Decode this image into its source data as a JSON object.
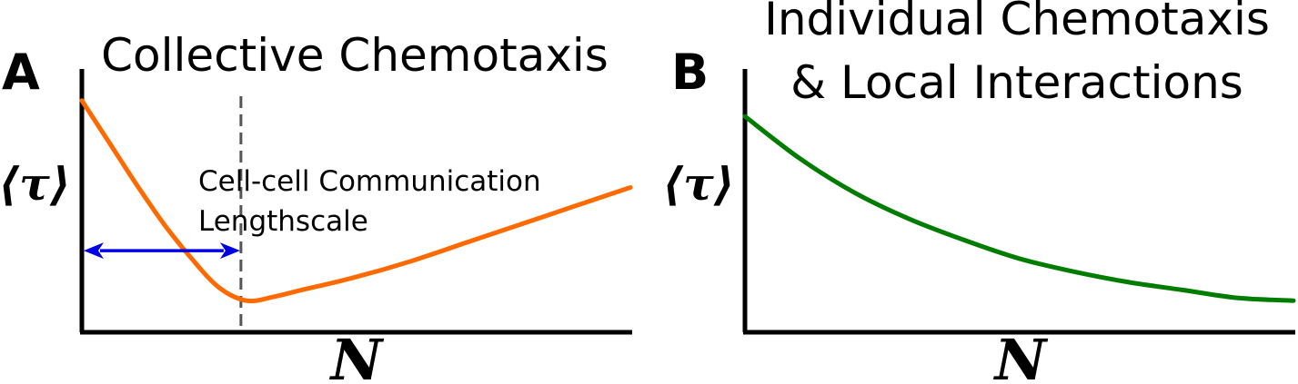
{
  "chart_data": [
    {
      "type": "line",
      "panel": "A",
      "title": "Collective Chemotaxis",
      "xlabel": "N",
      "ylabel": "⟨τ⟩",
      "grid": false,
      "color": "#ff6a00",
      "x": [
        0,
        0.05,
        0.1,
        0.15,
        0.2,
        0.25,
        0.3,
        0.35,
        0.4,
        0.5,
        0.6,
        0.7,
        0.8,
        0.9,
        1.0
      ],
      "y": [
        0.88,
        0.72,
        0.56,
        0.41,
        0.28,
        0.17,
        0.12,
        0.135,
        0.16,
        0.21,
        0.27,
        0.34,
        0.41,
        0.48,
        0.55
      ],
      "xlim": [
        0,
        1
      ],
      "ylim": [
        0,
        1
      ],
      "annotation": {
        "lines": [
          "Cell-cell Communication",
          "Lengthscale"
        ],
        "marker_x": 0.29,
        "arrow_y": 0.31,
        "marker_color": "#555555",
        "arrow_color": "#0000e0"
      }
    },
    {
      "type": "line",
      "panel": "B",
      "title_lines": [
        "Individual Chemotaxis",
        "& Local Interactions"
      ],
      "xlabel": "N",
      "ylabel": "⟨τ⟩",
      "grid": false,
      "color": "#007d00",
      "x": [
        0,
        0.1,
        0.2,
        0.3,
        0.4,
        0.5,
        0.6,
        0.7,
        0.8,
        0.9,
        1.0
      ],
      "y": [
        0.82,
        0.66,
        0.53,
        0.43,
        0.35,
        0.28,
        0.23,
        0.19,
        0.16,
        0.13,
        0.12
      ],
      "xlim": [
        0,
        1
      ],
      "ylim": [
        0,
        1
      ]
    }
  ]
}
